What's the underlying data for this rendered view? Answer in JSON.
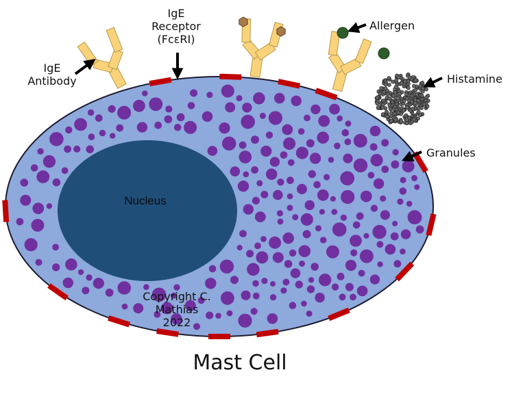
{
  "labels": {
    "antibody": [
      "IgE",
      "Antibody"
    ],
    "receptor": [
      "IgE",
      "Receptor",
      "(FcεRI)"
    ],
    "allergen": "Allergen",
    "histamine": "Histamine",
    "granules": "Granules",
    "nucleus": "Nucleus",
    "copyright": [
      "Copyright C.",
      "Mathias",
      "2022"
    ],
    "title": "Mast Cell"
  },
  "colors": {
    "cell_fill": "#8ea9dc",
    "cell_stroke": "#1b1b2e",
    "nucleus_fill": "#1f4e79",
    "granule": "#7030a0",
    "receptor": "#c00000",
    "antibody": "#f9d27a",
    "antibody_stroke": "#b89a4d",
    "allergen_hexagon": "#a97a4a",
    "allergen_circle": "#2e5d2b",
    "histamine": "#666666",
    "arrow": "#000000"
  }
}
